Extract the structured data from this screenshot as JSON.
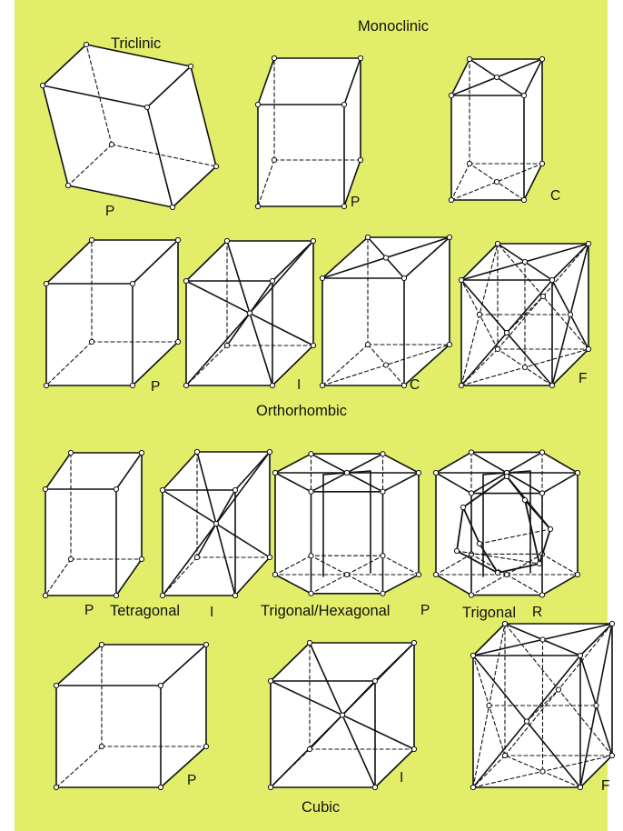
{
  "figure": {
    "background_color": "#e2ee6a",
    "cell_fill_color": "#ffffff",
    "line_color": "#111111",
    "groups": [
      {
        "id": "triclinic",
        "title": "Triclinic",
        "cells": [
          {
            "centering": "P"
          }
        ]
      },
      {
        "id": "monoclinic",
        "title": "Monoclinic",
        "cells": [
          {
            "centering": "P"
          },
          {
            "centering": "C"
          }
        ]
      },
      {
        "id": "orthorhombic",
        "title": "Orthorhombic",
        "cells": [
          {
            "centering": "P"
          },
          {
            "centering": "I"
          },
          {
            "centering": "C"
          },
          {
            "centering": "F"
          }
        ]
      },
      {
        "id": "tetragonal",
        "title": "Tetragonal",
        "cells": [
          {
            "centering": "P"
          },
          {
            "centering": "I"
          }
        ]
      },
      {
        "id": "hexagonal",
        "title": "Trigonal/Hexagonal",
        "cells": [
          {
            "centering": "P"
          }
        ]
      },
      {
        "id": "trigonal",
        "title": "Trigonal",
        "cells": [
          {
            "centering": "R"
          }
        ]
      },
      {
        "id": "cubic",
        "title": "Cubic",
        "cells": [
          {
            "centering": "P"
          },
          {
            "centering": "I"
          },
          {
            "centering": "F"
          }
        ]
      }
    ]
  }
}
